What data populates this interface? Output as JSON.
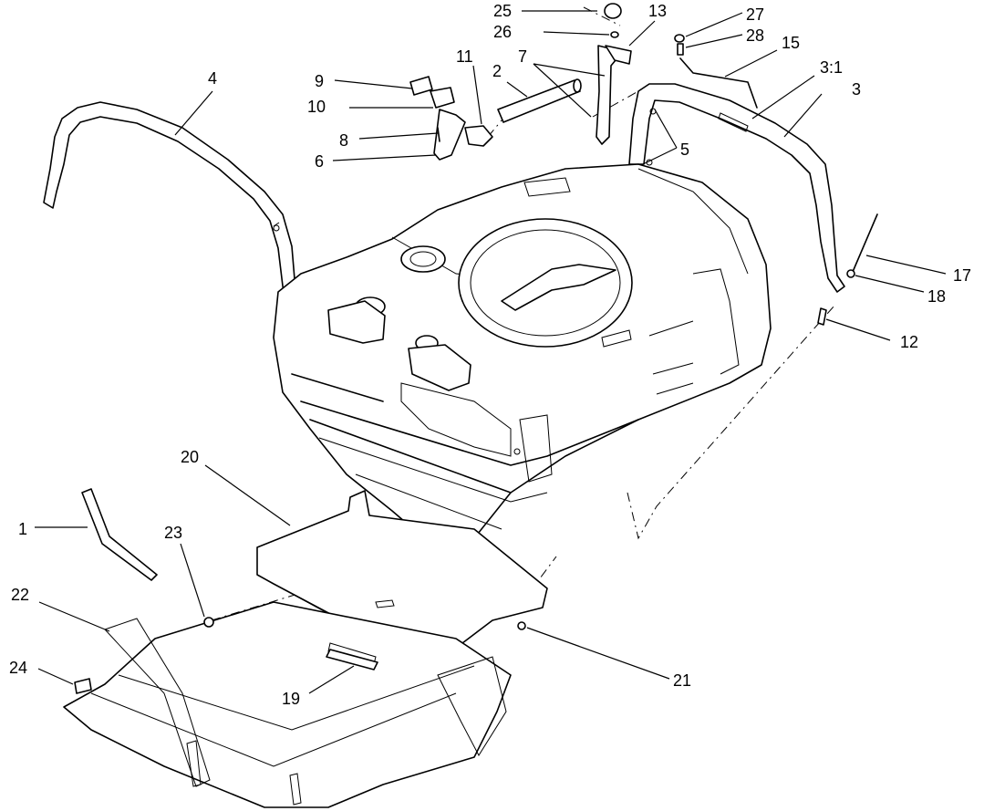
{
  "callouts": [
    {
      "id": "c1",
      "text": "1"
    },
    {
      "id": "c2",
      "text": "2"
    },
    {
      "id": "c3",
      "text": "3"
    },
    {
      "id": "c31",
      "text": "3:1"
    },
    {
      "id": "c4",
      "text": "4"
    },
    {
      "id": "c5",
      "text": "5"
    },
    {
      "id": "c6",
      "text": "6"
    },
    {
      "id": "c7",
      "text": "7"
    },
    {
      "id": "c8",
      "text": "8"
    },
    {
      "id": "c9",
      "text": "9"
    },
    {
      "id": "c10",
      "text": "10"
    },
    {
      "id": "c11",
      "text": "11"
    },
    {
      "id": "c12",
      "text": "12"
    },
    {
      "id": "c13",
      "text": "13"
    },
    {
      "id": "c15",
      "text": "15"
    },
    {
      "id": "c17",
      "text": "17"
    },
    {
      "id": "c18",
      "text": "18"
    },
    {
      "id": "c19",
      "text": "19"
    },
    {
      "id": "c20",
      "text": "20"
    },
    {
      "id": "c21",
      "text": "21"
    },
    {
      "id": "c22",
      "text": "22"
    },
    {
      "id": "c23",
      "text": "23"
    },
    {
      "id": "c24",
      "text": "24"
    },
    {
      "id": "c25",
      "text": "25"
    },
    {
      "id": "c26",
      "text": "26"
    },
    {
      "id": "c27",
      "text": "27"
    },
    {
      "id": "c28",
      "text": "28"
    }
  ]
}
